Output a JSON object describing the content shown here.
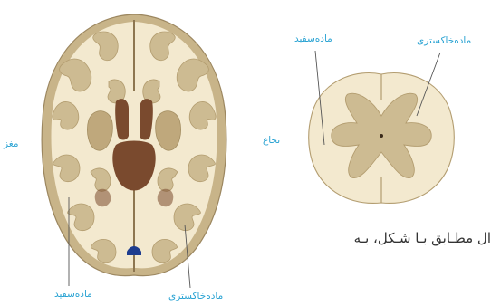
{
  "brain": {
    "side_label": "مغز",
    "white_matter_label": "ماده‌سفید",
    "gray_matter_label": "ماده‌خاکستری"
  },
  "spinal_cord": {
    "side_label": "نخاع",
    "white_matter_label": "ماده‌سفید",
    "gray_matter_label": "ماده‌خاکستری"
  },
  "body_text": "ال مطـابق بـا شـكل، بـه",
  "colors": {
    "label": "#2aa3d3",
    "white_matter": "#f3e9cf",
    "gray_matter": "#cdbb92",
    "cortex_rim": "#c8b489",
    "ventricle": "#7a4a2e",
    "blue_spot": "#1e3d8f"
  }
}
